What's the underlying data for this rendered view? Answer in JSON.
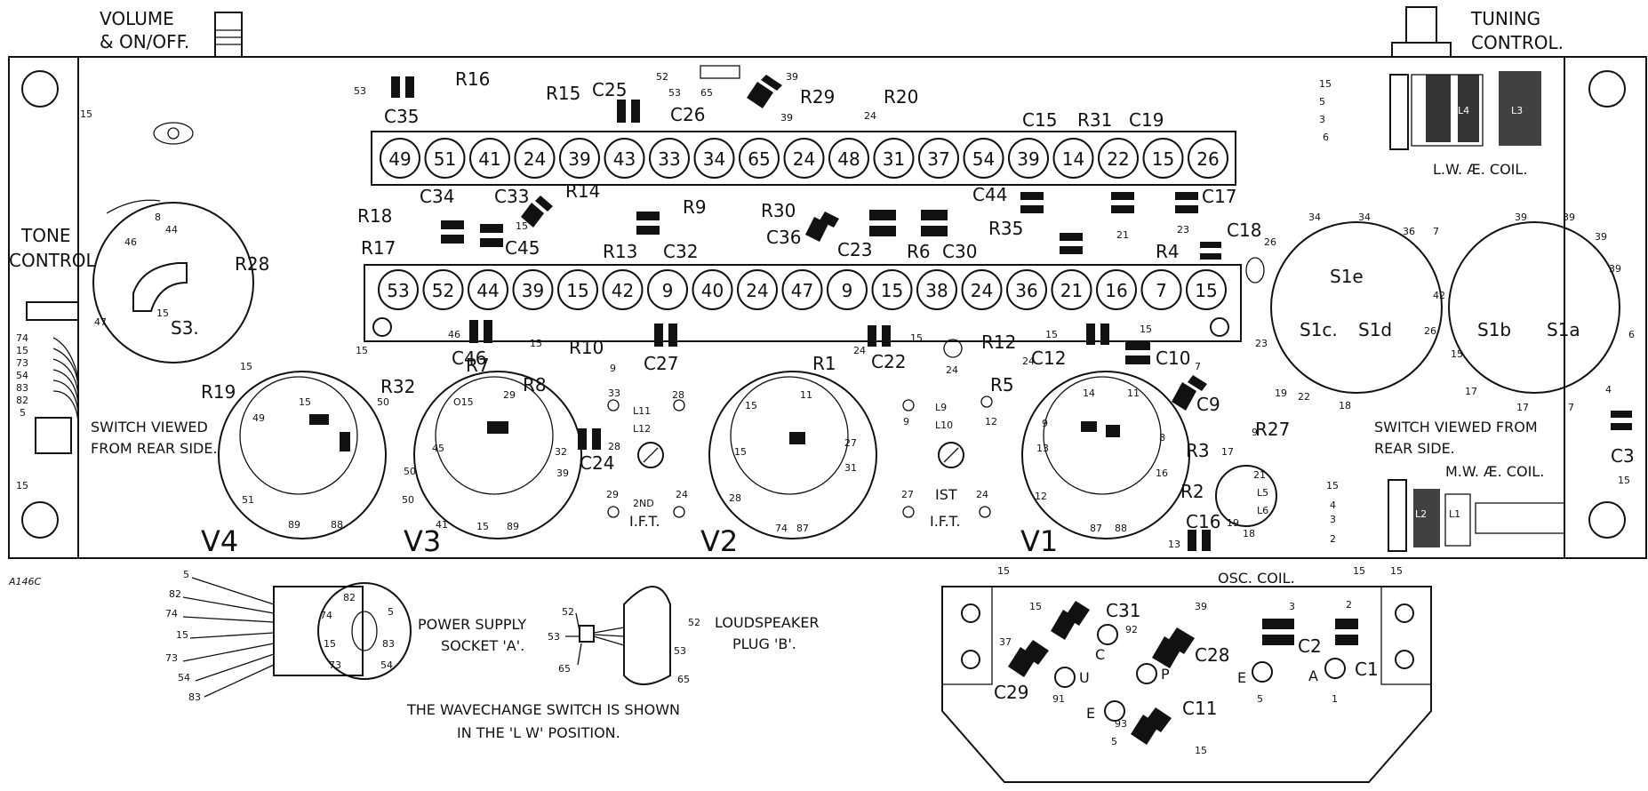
{
  "top_labels": {
    "volume": "VOLUME",
    "on_off": "& ON/OFF.",
    "tuning": "TUNING",
    "control": "CONTROL.",
    "lw_coil": "L.W. Æ. COIL.",
    "mw_coil": "M.W. Æ. COIL.",
    "tone": "TONE",
    "tone2": "CONTROL",
    "ref": "A146C"
  },
  "upper_tags": [
    "49",
    "51",
    "41",
    "24",
    "39",
    "43",
    "33",
    "34",
    "65",
    "24",
    "48",
    "31",
    "37",
    "54",
    "39",
    "14",
    "22",
    "15",
    "26"
  ],
  "lower_tags": [
    "53",
    "52",
    "44",
    "39",
    "15",
    "42",
    "9",
    "40",
    "24",
    "47",
    "9",
    "15",
    "38",
    "24",
    "36",
    "21",
    "16",
    "7",
    "15"
  ],
  "components": {
    "C35": "C35",
    "R16": "R16",
    "R15": "R15",
    "C25": "C25",
    "C26": "C26",
    "R29": "R29",
    "R20": "R20",
    "C15": "C15",
    "R31": "R31",
    "C19": "C19",
    "R18": "R18",
    "R17": "R17",
    "C34": "C34",
    "C33": "C33",
    "R14": "R14",
    "C45": "C45",
    "R13": "R13",
    "C32": "C32",
    "R9": "R9",
    "R30": "R30",
    "C36": "C36",
    "C23": "C23",
    "R6": "R6",
    "C30": "C30",
    "C44": "C44",
    "R35": "R35",
    "C17": "C17",
    "C18": "C18",
    "R4": "R4",
    "C46": "C46",
    "R10": "R10",
    "C27": "C27",
    "C22": "C22",
    "R12": "R12",
    "C12": "C12",
    "C10": "C10",
    "R1": "R1",
    "R7": "R7",
    "R8": "R8",
    "R19": "R19",
    "R32": "R32",
    "R28": "R28",
    "S3": "S3.",
    "C24": "C24",
    "R5": "R5",
    "C9": "C9",
    "R3": "R3",
    "R2": "R2",
    "R27": "R27",
    "C16": "C16",
    "C3": "C3",
    "C31": "C31",
    "C28": "C28",
    "C2": "C2",
    "C1": "C1",
    "C29": "C29",
    "C11": "C11",
    "L4": "L4",
    "L3": "L3",
    "L2": "L2",
    "L1": "L1",
    "L5": "L5",
    "L6": "L6",
    "L11": "L11",
    "L12": "L12",
    "L9": "L9",
    "L10": "L10",
    "S1e": "S1e",
    "S1c": "S1c.",
    "S1d": "S1d",
    "S1b": "S1b",
    "S1a": "S1a"
  },
  "valves": [
    "V4",
    "V3",
    "V2",
    "V1"
  ],
  "ift": {
    "second": "2ND",
    "second2": "I.F.T.",
    "first": "IST",
    "first2": "I.F.T."
  },
  "notes": {
    "switch_left_1": "SWITCH VIEWED",
    "switch_left_2": "FROM REAR SIDE.",
    "switch_right_1": "SWITCH VIEWED FROM",
    "switch_right_2": "REAR SIDE.",
    "power_1": "POWER SUPPLY",
    "power_2": "SOCKET 'A'.",
    "speaker_1": "LOUDSPEAKER",
    "speaker_2": "PLUG 'B'.",
    "wave_1": "THE WAVECHANGE SWITCH IS SHOWN",
    "wave_2": "IN THE 'L W' POSITION.",
    "osc": "OSC. COIL."
  },
  "aerial_letters": {
    "U": "U",
    "C": "C",
    "P": "P",
    "E1": "E",
    "A": "A",
    "E2": "E"
  }
}
